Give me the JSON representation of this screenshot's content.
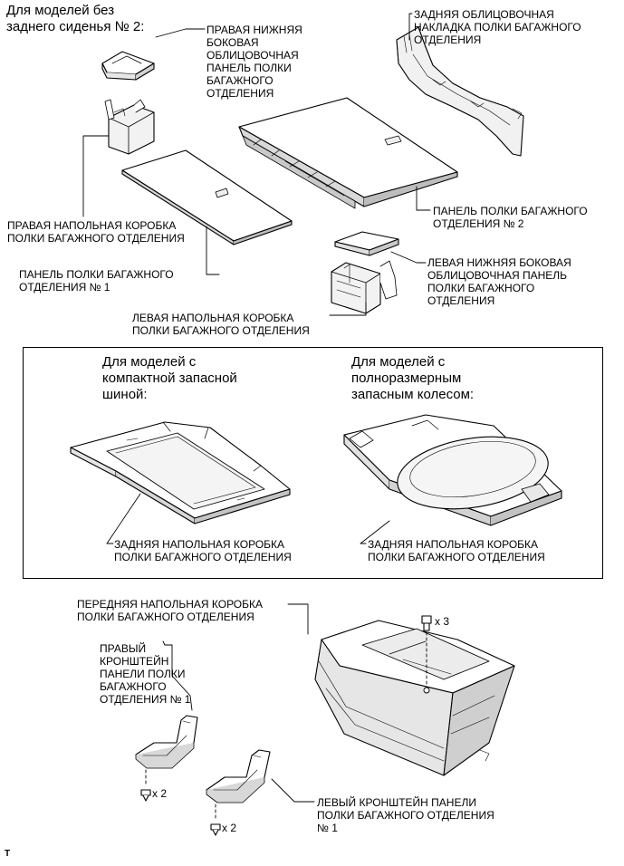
{
  "header_note": [
    "Для моделей без",
    "заднего сиденья № 2:"
  ],
  "labels": {
    "right_lower_side_panel": [
      "ПРАВАЯ НИЖНЯЯ",
      "БОКОВАЯ",
      "ОБЛИЦОВОЧНАЯ",
      "ПАНЕЛЬ ПОЛКИ",
      "БАГАЖНОГО",
      "ОТДЕЛЕНИЯ"
    ],
    "rear_trim_cover": [
      "ЗАДНЯЯ ОБЛИЦОВОЧНАЯ",
      "НАКЛАДКА ПОЛКИ БАГАЖНОГО",
      "ОТДЕЛЕНИЯ"
    ],
    "right_floor_box": [
      "ПРАВАЯ НАПОЛЬНАЯ КОРОБКА",
      "ПОЛКИ БАГАЖНОГО ОТДЕЛЕНИЯ"
    ],
    "deck_board_2": [
      "ПАНЕЛЬ ПОЛКИ БАГАЖНОГО",
      "ОТДЕЛЕНИЯ № 2"
    ],
    "deck_board_1": [
      "ПАНЕЛЬ ПОЛКИ БАГАЖНОГО",
      "ОТДЕЛЕНИЯ № 1"
    ],
    "left_lower_side_panel": [
      "ЛЕВАЯ НИЖНЯЯ БОКОВАЯ",
      "ОБЛИЦОВОЧНАЯ ПАНЕЛЬ",
      "ПОЛКИ БАГАЖНОГО",
      "ОТДЕЛЕНИЯ"
    ],
    "left_floor_box": [
      "ЛЕВАЯ НАПОЛЬНАЯ КОРОБКА",
      "ПОЛКИ БАГАЖНОГО ОТДЕЛЕНИЯ"
    ],
    "compact_tire_note": [
      "Для моделей с",
      "компактной запасной",
      "шиной:"
    ],
    "full_size_note": [
      "Для моделей с",
      "полноразмерным",
      "запасным колесом:"
    ],
    "rear_floor_box_compact": [
      "ЗАДНЯЯ НАПОЛЬНАЯ КОРОБКА",
      "ПОЛКИ БАГАЖНОГО ОТДЕЛЕНИЯ"
    ],
    "rear_floor_box_full": [
      "ЗАДНЯЯ НАПОЛЬНАЯ КОРОБКА",
      "ПОЛКИ БАГАЖНОГО ОТДЕЛЕНИЯ"
    ],
    "front_floor_box": [
      "ПЕРЕДНЯЯ НАПОЛЬНАЯ КОРОБКА",
      "ПОЛКИ БАГАЖНОГО ОТДЕЛЕНИЯ"
    ],
    "right_bracket": [
      "ПРАВЫЙ",
      "КРОНШТЕЙН",
      "ПАНЕЛИ ПОЛКИ",
      "БАГАЖНОГО",
      "ОТДЕЛЕНИЯ № 1"
    ],
    "left_bracket": [
      "ЛЕВЫЙ КРОНШТЕЙН ПАНЕЛИ",
      "ПОЛКИ БАГАЖНОГО ОТДЕЛЕНИЯ",
      "№ 1"
    ]
  },
  "quantities": {
    "bolts_front_box": "x 3",
    "bolts_right_bracket": "x 2",
    "bolts_left_bracket": "x 2"
  },
  "footer_code": "T"
}
